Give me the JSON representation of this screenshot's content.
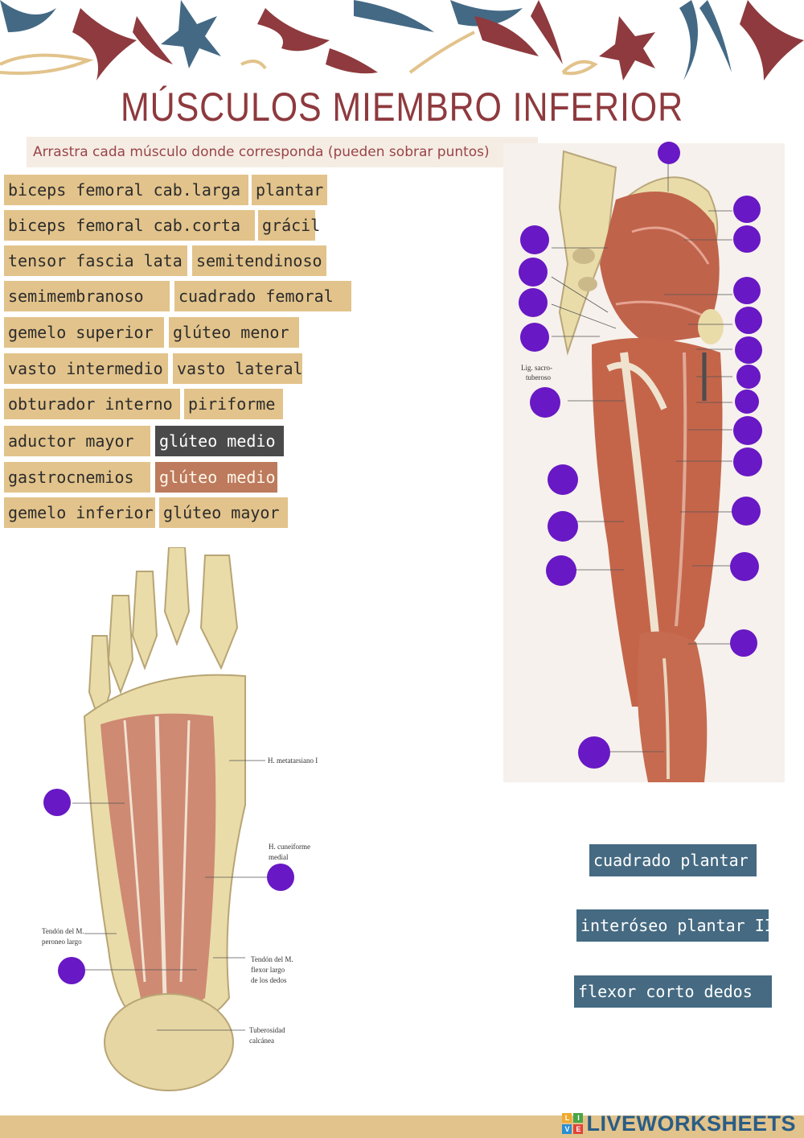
{
  "title": "MÚSCULOS MIEMBRO INFERIOR",
  "instruction": "Arrastra cada músculo donde corresponda (pueden sobrar puntos)",
  "word_bank": [
    {
      "label": "biceps femoral cab.larga"
    },
    {
      "label": "plantar"
    },
    {
      "label": "biceps femoral cab.corta"
    },
    {
      "label": "grácil"
    },
    {
      "label": "tensor fascia lata"
    },
    {
      "label": "semitendinoso"
    },
    {
      "label": "semimembranoso"
    },
    {
      "label": "cuadrado femoral"
    },
    {
      "label": "gemelo superior"
    },
    {
      "label": "glúteo menor"
    },
    {
      "label": "vasto intermedio"
    },
    {
      "label": "vasto lateral"
    },
    {
      "label": "obturador interno"
    },
    {
      "label": "piriforme"
    },
    {
      "label": "aductor mayor"
    },
    {
      "label": "glúteo medio"
    },
    {
      "label": "gastrocnemios"
    },
    {
      "label": "glúteo medio"
    },
    {
      "label": "gemelo inferior"
    },
    {
      "label": "glúteo mayor"
    }
  ],
  "foot_answers": [
    {
      "label": "cuadrado plantar"
    },
    {
      "label": "interóseo plantar III"
    },
    {
      "label": "flexor corto dedos"
    }
  ],
  "leg_image": {
    "labels": {
      "lig_sacro": "Lig. sacro-",
      "tuberoso": "tuberoso"
    }
  },
  "foot_image": {
    "labels": {
      "metatarsiano": "H. metatarsiano I",
      "cuneiforme_1": "H. cuneiforme",
      "cuneiforme_2": "medial",
      "peroneo_1": "Tendón del M.",
      "peroneo_2": "peroneo largo",
      "flexor_1": "Tendón del M.",
      "flexor_2": "flexor largo",
      "flexor_3": "de los dedos",
      "tuberosidad_1": "Tuberosidad",
      "tuberosidad_2": "calcánea"
    }
  },
  "branding": {
    "logo_text": "LIVEWORKSHEETS",
    "logo_letters": [
      "L",
      "I",
      "V",
      "E"
    ]
  },
  "colors": {
    "dot": "#6818c4",
    "chip": "#e2c38b",
    "title": "#8e3a3e",
    "blue_chip": "#456a82"
  }
}
